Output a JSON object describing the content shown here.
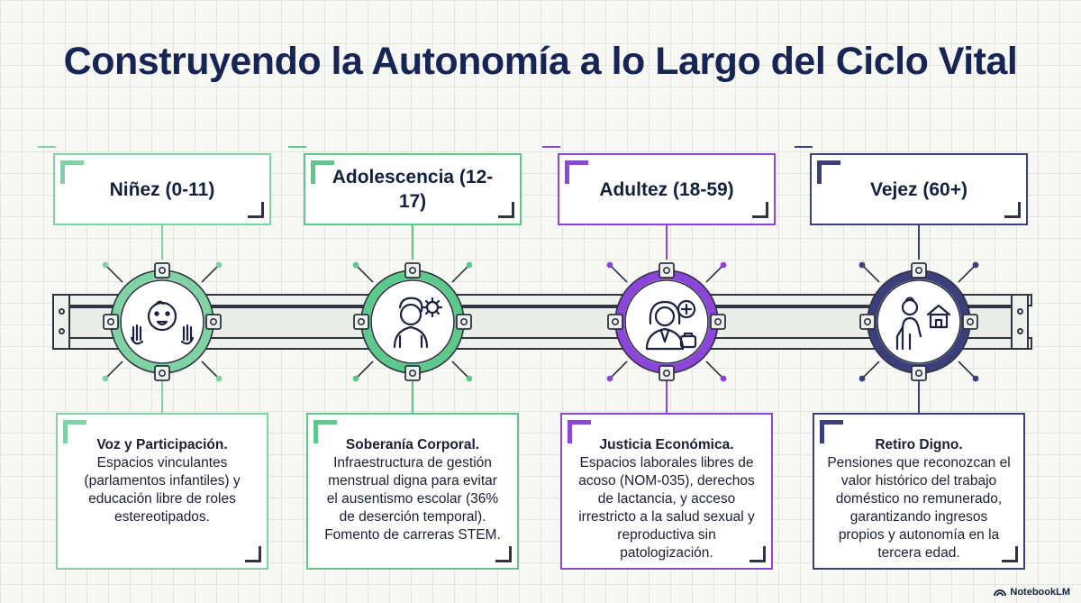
{
  "title": "Construyendo la Autonomía a lo Largo del Ciclo Vital",
  "brand": "NotebookLM",
  "stages": [
    {
      "label": "Niñez (0-11)",
      "heading": "Voz y Participación.",
      "body": "Espacios vinculantes (parlamentos infantiles) y educación libre de roles estereotipados.",
      "icon": "baby-icon",
      "color": "#7fd3a2"
    },
    {
      "label": "Adolescencia (12-17)",
      "heading": "Soberanía Corporal.",
      "body": "Infraestructura de gestión menstrual digna para evitar el ausentismo escolar (36% de deserción temporal). Fomento de carreras STEM.",
      "icon": "teen-gear-icon",
      "color": "#5cc98a"
    },
    {
      "label": "Adultez (18-59)",
      "heading": "Justicia Económica.",
      "body": "Espacios laborales libres de acoso (NOM-035), derechos de lactancia, y acceso irrestricto a la salud sexual y reproductiva sin patologización.",
      "icon": "professional-woman-icon",
      "color": "#8b45d9"
    },
    {
      "label": "Vejez (60+)",
      "heading": "Retiro Digno.",
      "body": "Pensiones que reconozcan el valor histórico del trabajo doméstico no remunerado, garantizando ingresos propios y autonomía en la tercera edad.",
      "icon": "elder-home-icon",
      "color": "#3b3f7a"
    }
  ]
}
